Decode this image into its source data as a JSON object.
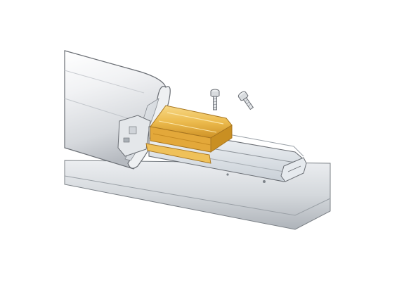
{
  "diagram": {
    "parts": [
      {
        "id": "housing-tube",
        "role": "cylindrical aluminium housing, cut away"
      },
      {
        "id": "mounting-channel",
        "role": "extruded mounting channel with side flanges"
      },
      {
        "id": "splice-connector",
        "role": "gold joining splice sliding into channel"
      },
      {
        "id": "screw-vertical",
        "role": "fixing screw above splice"
      },
      {
        "id": "screw-angled",
        "role": "second fixing screw, tilted"
      }
    ],
    "colors": {
      "background": "#ffffff",
      "outline": "#6a6e74",
      "housing_light": "#f4f5f7",
      "housing_mid": "#dfe2e6",
      "housing_dark": "#b9bdc3",
      "channel_light": "#eef1f4",
      "channel_mid": "#cfd5dc",
      "splice_light": "#f5cf73",
      "splice_mid": "#e9b445",
      "splice_dark": "#c98f22",
      "screw": "#d9dcdf"
    }
  }
}
